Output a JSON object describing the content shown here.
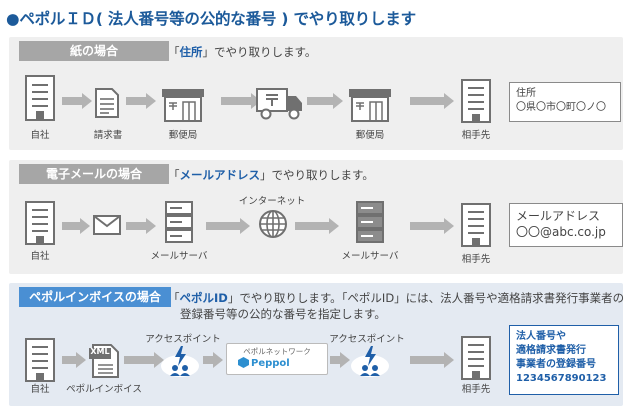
{
  "title": "●ペポルＩＤ( 法人番号等の公的な番号 ) でやり取りします",
  "paper": {
    "badge": "紙の場合",
    "note_pre": "「",
    "note_hl": "住所",
    "note_post": "」でやり取りします。",
    "labels": {
      "self": "自社",
      "invoice": "請求書",
      "post1": "郵便局",
      "post2": "郵便局",
      "partner": "相手先"
    },
    "box": {
      "line1": "住所",
      "line2": "〇県〇市〇町〇ノ〇"
    }
  },
  "email": {
    "badge": "電子メールの場合",
    "note_pre": "「",
    "note_hl": "メールアドレス",
    "note_post": "」でやり取りします。",
    "labels": {
      "self": "自社",
      "internet": "インターネット",
      "server1": "メールサーバ",
      "server2": "メールサーバ",
      "partner": "相手先"
    },
    "box": {
      "line1": "メールアドレス",
      "line2": "〇〇@abc.co.jp"
    }
  },
  "peppol": {
    "badge": "ペポルインボイスの場合",
    "note_pre": "「",
    "note_hl": "ペポルID",
    "note_post": "」でやり取りします。「ペポルID」には、法人番号や適格請求書発行事業者の",
    "note_line2": "登録番号等の公的な番号を指定します。",
    "labels": {
      "self": "自社",
      "peppol_invoice": "ペポルインボイス",
      "ap1": "アクセスポイント",
      "ap2": "アクセスポイント",
      "partner": "相手先"
    },
    "xml": "XML",
    "network_label": "ペポルネットワーク",
    "network_brand": "Peppol",
    "box": {
      "line1": "法人番号や",
      "line2": "適格請求書発行",
      "line3": "事業者の登録番号",
      "line4": "1234567890123"
    }
  },
  "colors": {
    "title": "#1c5a9a",
    "accent_blue": "#1f5fa8",
    "badge_gray": "#a6a6a6",
    "badge_blue": "#4a8fd3",
    "arrow": "#b3b3b3",
    "icon": "#707070"
  }
}
